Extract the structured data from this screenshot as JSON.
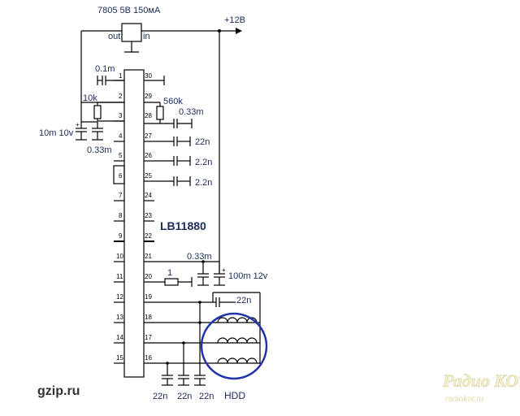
{
  "regulator": {
    "name": "7805 5В 150мА",
    "out": "out",
    "in": "in"
  },
  "supply": {
    "label": "+12В"
  },
  "chip": {
    "name": "LB11880"
  },
  "pins_left": [
    "1",
    "2",
    "3",
    "4",
    "5",
    "6",
    "7",
    "8",
    "9",
    "10",
    "11",
    "12",
    "13",
    "14",
    "15"
  ],
  "pins_right": [
    "30",
    "29",
    "28",
    "27",
    "26",
    "25",
    "24",
    "23",
    "22",
    "21",
    "20",
    "19",
    "18",
    "17",
    "16"
  ],
  "components": {
    "c_pin1_30": "0.1m",
    "r_pin2_3": "10k",
    "r_pin29_28": "560k",
    "c_pin28": "0.33m",
    "c_5v_bulk": "10m 10v",
    "c_5v_ceramic": "0.33m",
    "c_pin27": "22n",
    "c_pin26": "2.2n",
    "c_pin25": "2.2n",
    "c_pin21": "0.33m",
    "c_12v_bulk": "100m 12v",
    "r_pin20": "1",
    "c_pin19": "22n",
    "c_gnd1": "22n",
    "c_gnd2": "22n",
    "c_gnd3": "22n"
  },
  "motor": {
    "label": "HDD"
  },
  "watermarks": {
    "site1": "gzip.ru",
    "site2_logo": "Радио КОТ",
    "site2_url": "radiokot.ru"
  }
}
